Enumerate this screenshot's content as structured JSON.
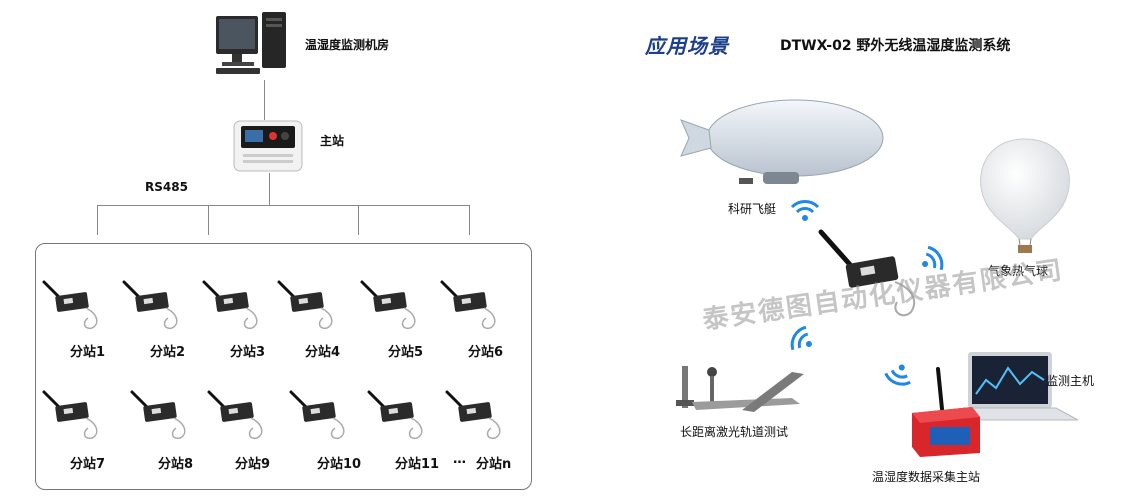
{
  "left": {
    "room_label": "温湿度监测机房",
    "master_label": "主站",
    "bus_label": "RS485",
    "stations_row1": [
      "分站1",
      "分站2",
      "分站3",
      "分站4",
      "分站5",
      "分站6"
    ],
    "stations_row2": [
      "分站7",
      "分站8",
      "分站9",
      "分站10",
      "分站11"
    ],
    "ellipsis": "…",
    "last_station": "分站n"
  },
  "right": {
    "scene_title": "应用场景",
    "system_title": "DTWX-02 野外无线温湿度监测系统",
    "airship_label": "科研飞艇",
    "balloon_label": "气象热气球",
    "rail_label": "长距离激光轨道测试",
    "host_label": "监测主机",
    "collector_label": "温湿度数据采集主站",
    "watermark": "泰安德图自动化仪器有限公司"
  },
  "colors": {
    "wifi": "#1e88e5",
    "title_blue": "#1c3f8c",
    "collector_red": "#d8262b"
  }
}
